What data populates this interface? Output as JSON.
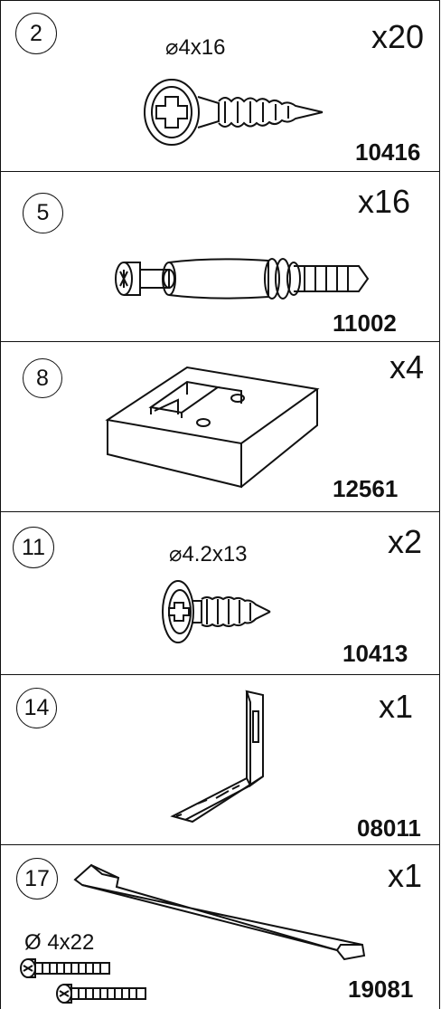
{
  "parts": [
    {
      "number": "2",
      "quantity": "x20",
      "dimension": "⌀4x16",
      "article": "10416",
      "icon": "countersunk-screw-icon"
    },
    {
      "number": "5",
      "quantity": "x16",
      "dimension": "",
      "article": "11002",
      "icon": "cam-dowel-icon"
    },
    {
      "number": "8",
      "quantity": "x4",
      "dimension": "",
      "article": "12561",
      "icon": "bracket-block-icon"
    },
    {
      "number": "11",
      "quantity": "x2",
      "dimension": "⌀4.2x13",
      "article": "10413",
      "icon": "washer-screw-icon"
    },
    {
      "number": "14",
      "quantity": "x1",
      "dimension": "",
      "article": "08011",
      "icon": "angle-bracket-icon"
    },
    {
      "number": "17",
      "quantity": "x1",
      "dimension": "Ø 4x22",
      "article": "19081",
      "icon": "handle-bar-icon"
    }
  ],
  "line_color": "#111111"
}
